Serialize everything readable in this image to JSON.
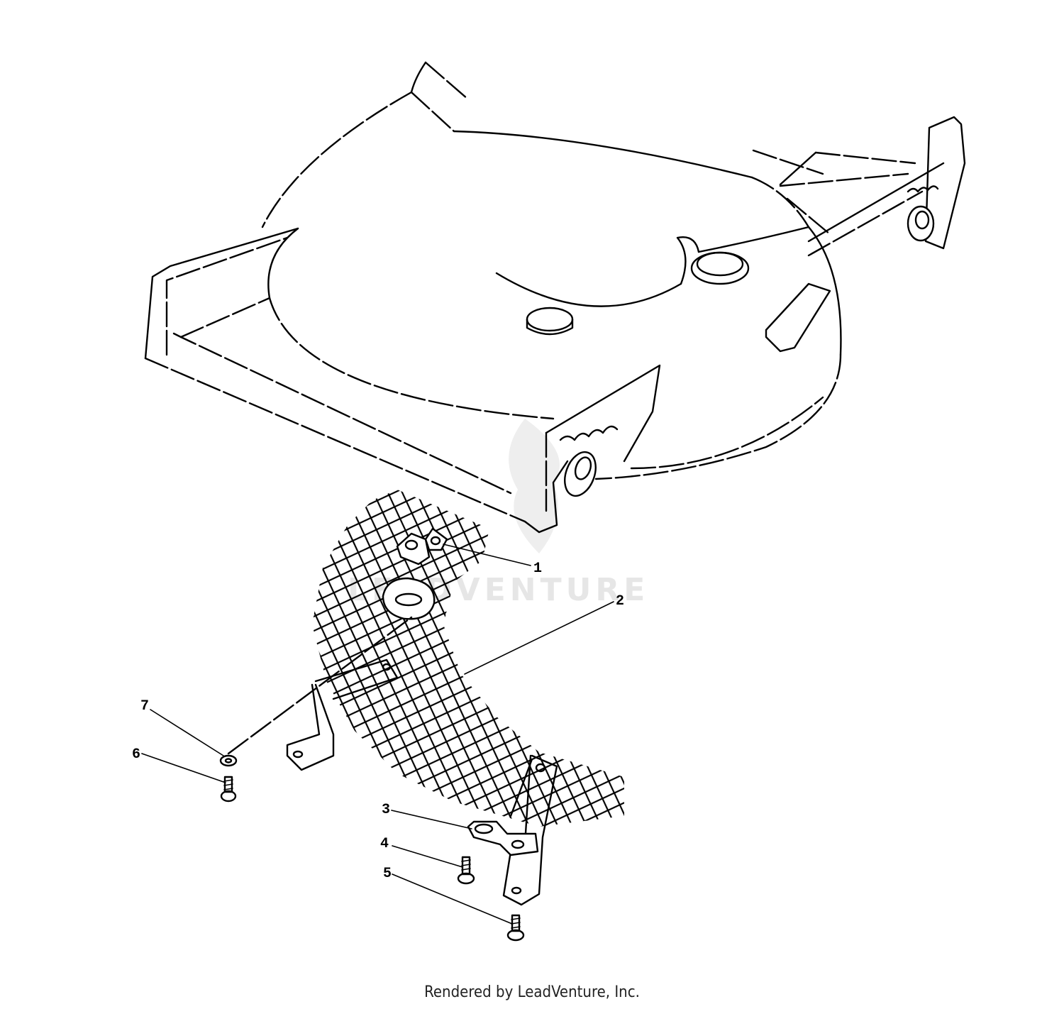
{
  "watermark": {
    "text": "LEADVENTURE"
  },
  "callouts": [
    {
      "id": "1",
      "label": "1"
    },
    {
      "id": "2",
      "label": "2"
    },
    {
      "id": "3",
      "label": "3"
    },
    {
      "id": "4",
      "label": "4"
    },
    {
      "id": "5",
      "label": "5"
    },
    {
      "id": "6",
      "label": "6"
    },
    {
      "id": "7",
      "label": "7"
    }
  ],
  "footer": {
    "text": "Rendered by LeadVenture, Inc."
  }
}
